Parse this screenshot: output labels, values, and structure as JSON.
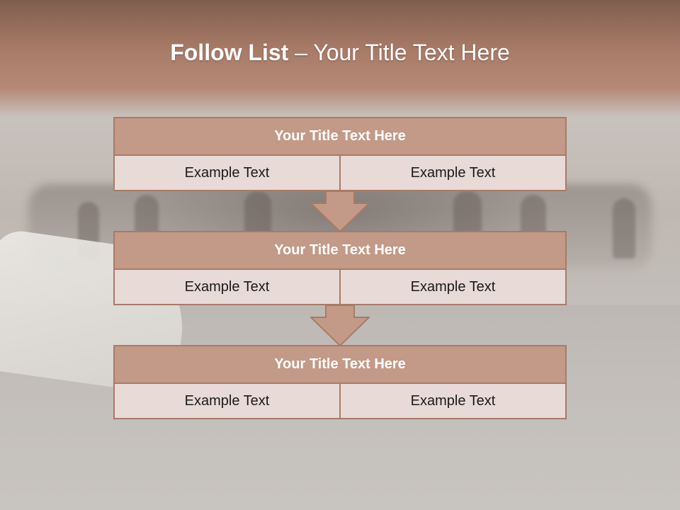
{
  "slide": {
    "title_bold": "Follow List",
    "title_rest": " – Your Title Text Here",
    "blocks": [
      {
        "header": "Your Title Text Here",
        "left": "Example Text",
        "right": "Example Text"
      },
      {
        "header": "Your Title Text Here",
        "left": "Example Text",
        "right": "Example Text"
      },
      {
        "header": "Your Title Text Here",
        "left": "Example Text",
        "right": "Example Text"
      }
    ]
  },
  "colors": {
    "header_fill": "#c29a87",
    "border": "#a77b67",
    "cell_fill": "#e8dad6",
    "top_band": "#a87a68"
  }
}
